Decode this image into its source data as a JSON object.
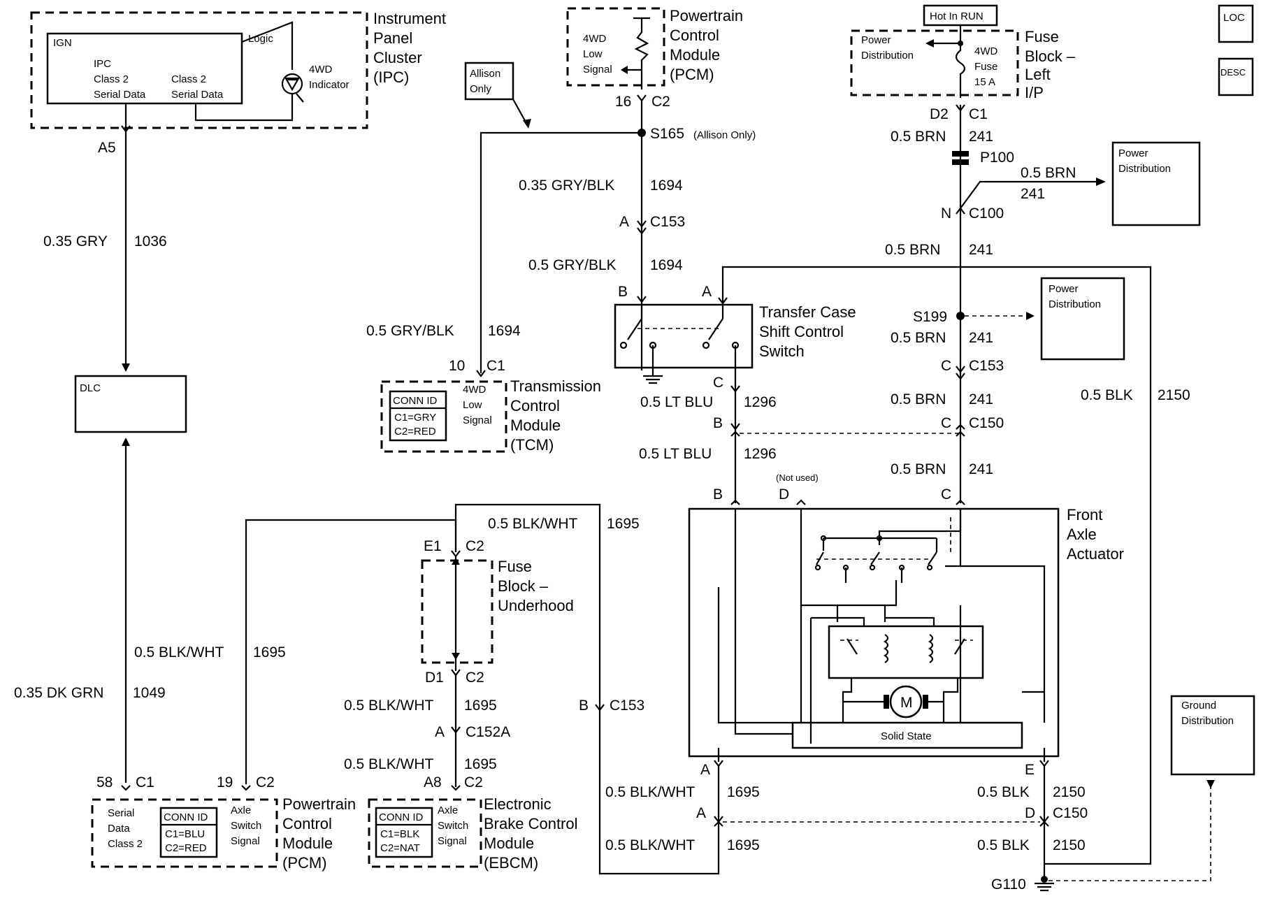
{
  "corner_icons": {
    "loc": "LOC",
    "desc": "DESC"
  },
  "ipc": {
    "title": [
      "Instrument",
      "Panel",
      "Cluster",
      "(IPC)"
    ],
    "ign": "IGN",
    "logic": "Logic",
    "serial": [
      "IPC",
      "Class 2",
      "Serial Data"
    ],
    "serial2": [
      "Class 2",
      "Serial Data"
    ],
    "indicator": [
      "4WD",
      "Indicator"
    ],
    "pin": "A5"
  },
  "dlc": {
    "label": "DLC"
  },
  "wires_left": {
    "gry": [
      "0.35 GRY",
      "1036"
    ],
    "dkgrn": [
      "0.35 DK GRN",
      "1049"
    ],
    "blkwht": [
      "0.5 BLK/WHT",
      "1695"
    ]
  },
  "pcm_top": {
    "title": [
      "Powertrain",
      "Control",
      "Module",
      "(PCM)"
    ],
    "signal": [
      "4WD",
      "Low",
      "Signal"
    ],
    "pin": [
      "16",
      "C2"
    ]
  },
  "allison": [
    "Allison",
    "Only"
  ],
  "splice_s165": {
    "name": "S165",
    "note": "(Allison Only)"
  },
  "wire_1694": [
    [
      "0.35 GRY/BLK",
      "1694"
    ],
    [
      "0.5 GRY/BLK",
      "1694"
    ],
    [
      "0.5 GRY/BLK",
      "1694"
    ]
  ],
  "c153_top": [
    "A",
    "C153"
  ],
  "tcm": {
    "title": [
      "Transmission",
      "Control",
      "Module",
      "(TCM)"
    ],
    "conn": [
      "CONN ID",
      "C1=GRY",
      "C2=RED"
    ],
    "signal": [
      "4WD",
      "Low",
      "Signal"
    ],
    "pin": [
      "10",
      "C1"
    ]
  },
  "transfer_switch": {
    "title": [
      "Transfer Case",
      "Shift Control",
      "Switch"
    ],
    "pins": [
      "B",
      "A",
      "C"
    ]
  },
  "wire_1296": [
    [
      "0.5 LT BLU",
      "1296"
    ],
    [
      "0.5 LT BLU",
      "1296"
    ]
  ],
  "b_pin": "B",
  "hot_in_run": "Hot In RUN",
  "fuse_block_left": {
    "title": [
      "Fuse",
      "Block –",
      "Left",
      "I/P"
    ],
    "power": [
      "Power",
      "Distribution"
    ],
    "fuse": [
      "4WD",
      "Fuse",
      "15 A"
    ],
    "pin": [
      "D2",
      "C1"
    ]
  },
  "wire_241": [
    [
      "0.5 BRN",
      "241"
    ],
    [
      "0.5 BRN",
      "241"
    ],
    [
      "0.5 BRN",
      "241"
    ],
    [
      "0.5 BRN",
      "241"
    ],
    [
      "0.5 BRN",
      "241"
    ],
    [
      "0.5 BRN",
      "241"
    ]
  ],
  "p100": "P100",
  "c100": [
    "N",
    "C100"
  ],
  "power_dist": [
    "Power",
    "Distribution"
  ],
  "s199": "S199",
  "c153_right": [
    "C",
    "C153"
  ],
  "c150": [
    "C",
    "C150"
  ],
  "wire_2150": [
    [
      "0.5 BLK",
      "2150"
    ],
    [
      "0.5 BLK",
      "2150"
    ],
    [
      "0.5 BLK",
      "2150"
    ]
  ],
  "front_axle": {
    "title": [
      "Front",
      "Axle",
      "Actuator"
    ],
    "pins_top": [
      "B",
      "D",
      "C"
    ],
    "not_used": "(Not used)",
    "motor": "M",
    "solid_state": "Solid State",
    "pins_bottom": [
      "A",
      "E"
    ]
  },
  "fuse_block_uh": {
    "title": [
      "Fuse",
      "Block –",
      "Underhood"
    ],
    "pin_top": [
      "E1",
      "C2"
    ],
    "pin_bottom": [
      "D1",
      "C2"
    ]
  },
  "wire_1695_mid": [
    [
      "0.5 BLK/WHT",
      "1695"
    ],
    [
      "0.5 BLK/WHT",
      "1695"
    ],
    [
      "0.5 BLK/WHT",
      "1695"
    ]
  ],
  "c152a": [
    "A",
    "C152A"
  ],
  "c153_b": [
    "B",
    "C153"
  ],
  "pcm_bottom": {
    "title": [
      "Powertrain",
      "Control",
      "Module",
      "(PCM)"
    ],
    "serial": [
      "Serial",
      "Data",
      "Class 2"
    ],
    "conn": [
      "CONN ID",
      "C1=BLU",
      "C2=RED"
    ],
    "axle": [
      "Axle",
      "Switch",
      "Signal"
    ],
    "pin1": [
      "58",
      "C1"
    ],
    "pin2": [
      "19",
      "C2"
    ]
  },
  "ebcm": {
    "title": [
      "Electronic",
      "Brake Control",
      "Module",
      "(EBCM)"
    ],
    "conn": [
      "CONN ID",
      "C1=BLK",
      "C2=NAT"
    ],
    "axle": [
      "Axle",
      "Switch",
      "Signal"
    ],
    "pin": [
      "A8",
      "C2"
    ]
  },
  "bottom_right": {
    "wire1": [
      "0.5 BLK/WHT",
      "1695"
    ],
    "wire2": [
      "0.5 BLK/WHT",
      "1695"
    ],
    "pinA": "A",
    "pinA2": "A",
    "pinE": "E",
    "c150": [
      "D",
      "C150"
    ],
    "ground": "G110",
    "ground_dist": [
      "Ground",
      "Distribution"
    ]
  }
}
